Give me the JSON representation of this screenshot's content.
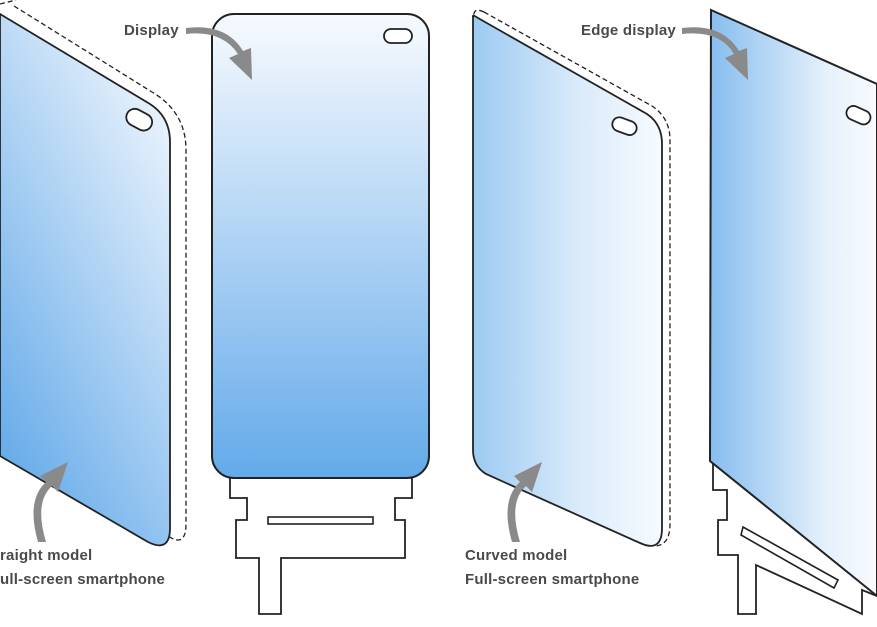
{
  "labels": {
    "display": "Display",
    "edge_display": "Edge display",
    "straight_model": "raight model",
    "straight_full": "ull-screen smartphone",
    "curved_model": "Curved model",
    "curved_full": "Full-screen smartphone"
  },
  "colors": {
    "screen_light": "#f4f8fd",
    "screen_blue": "#6aaee8",
    "outline": "#222222",
    "arrow": "#8a8a8a",
    "label": "#4a4a4a"
  }
}
